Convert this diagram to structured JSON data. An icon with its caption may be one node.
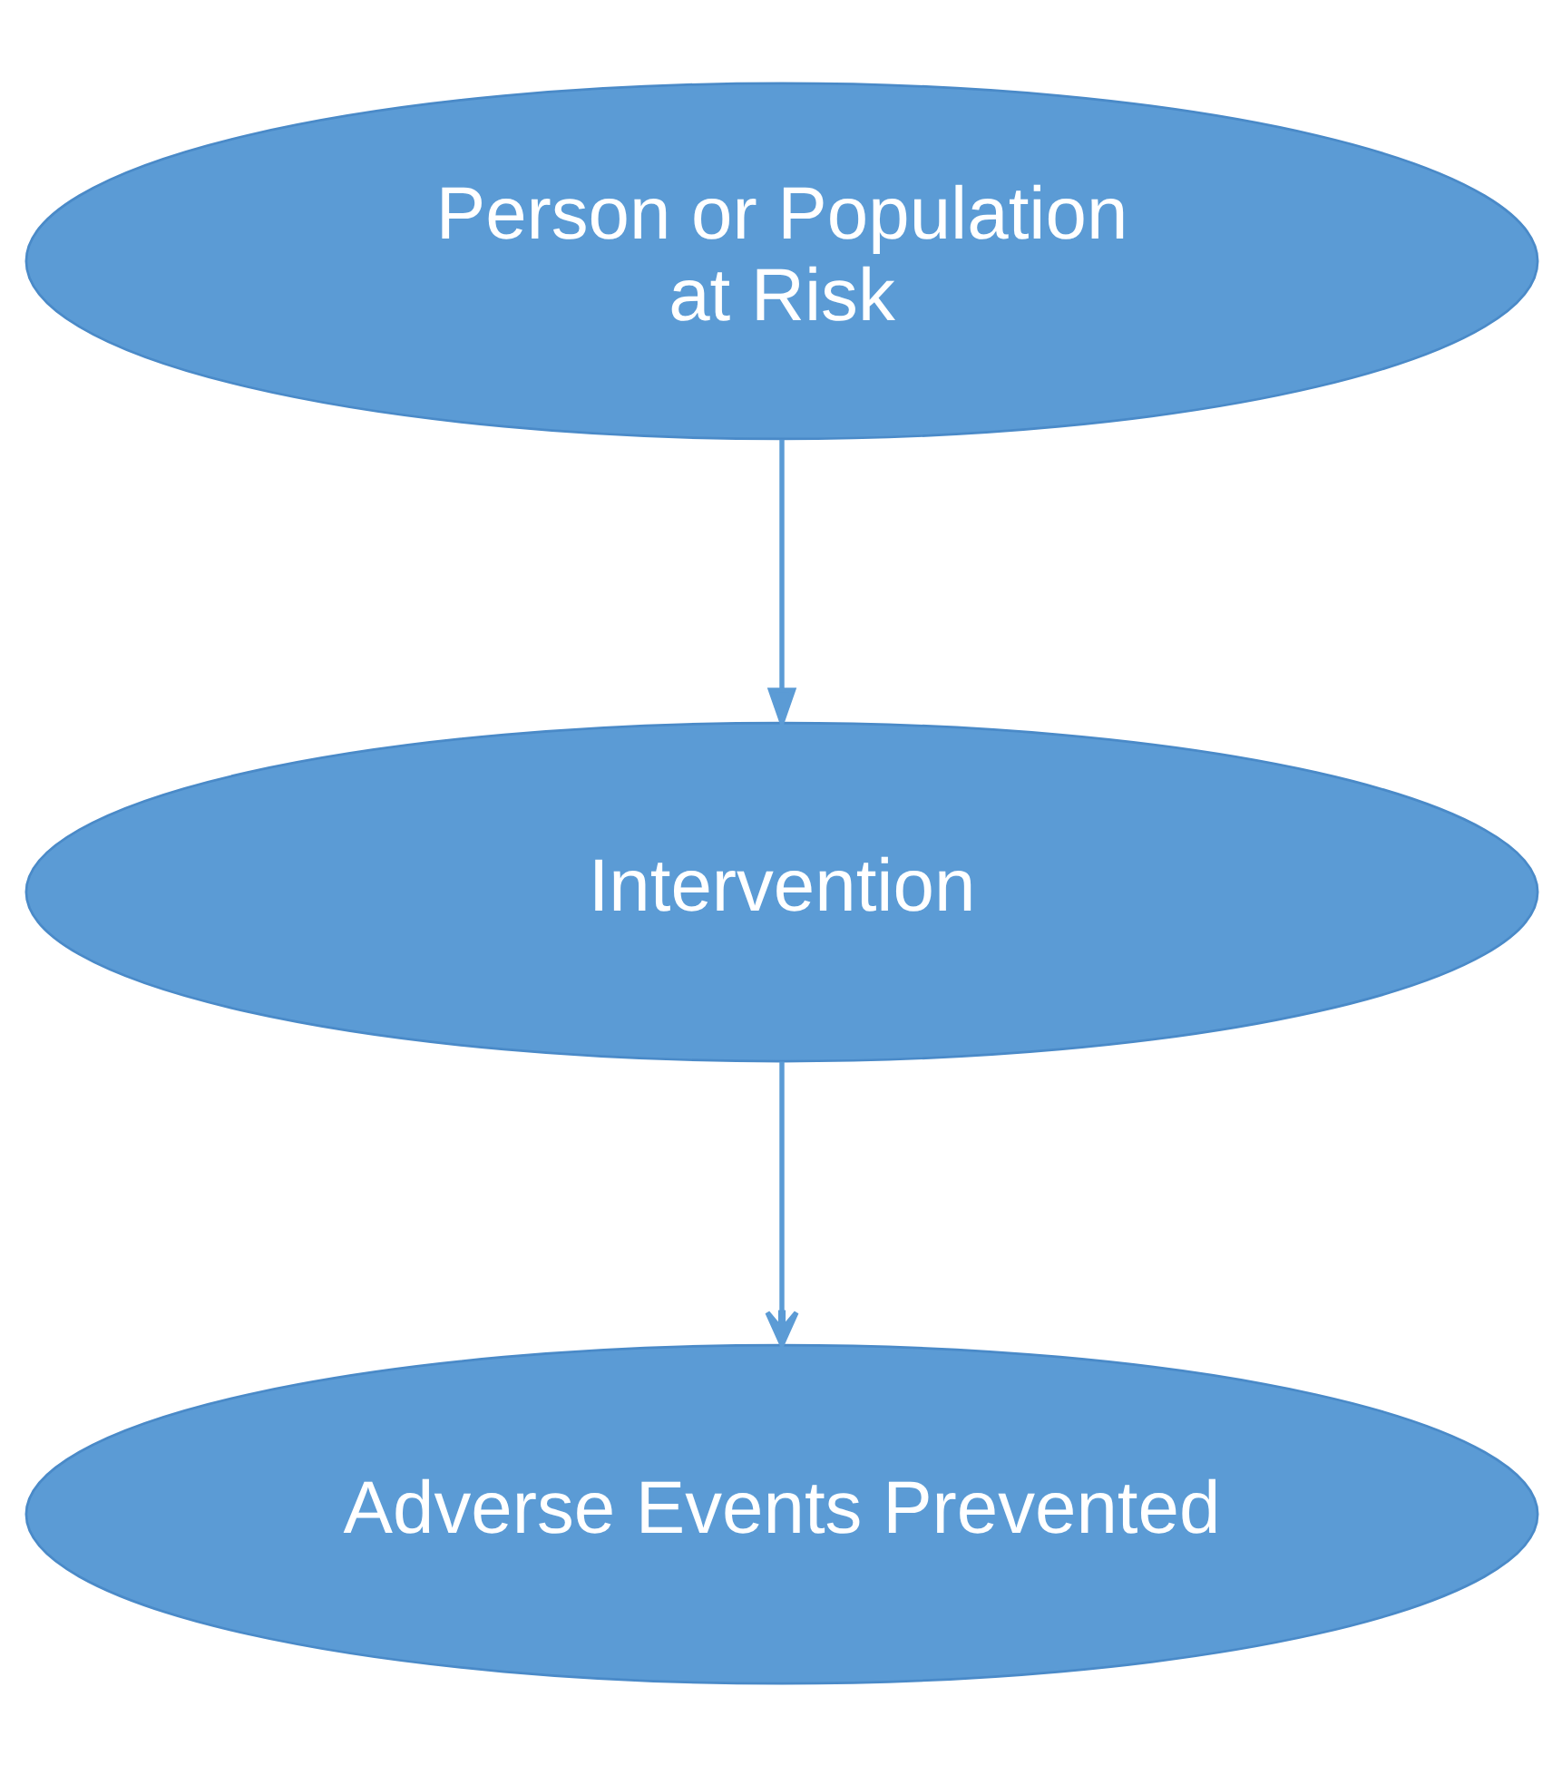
{
  "diagram": {
    "nodes": [
      {
        "text": [
          "Person or Population at Risk"
        ]
      },
      {
        "text": [
          "Intervention"
        ]
      },
      {
        "text": [
          "Adverse Events Prevented"
        ]
      }
    ],
    "edges": [
      {
        "from": 0,
        "to": 1,
        "arrow": "to"
      },
      {
        "from": 1,
        "to": 2,
        "arrow": "to"
      }
    ]
  }
}
